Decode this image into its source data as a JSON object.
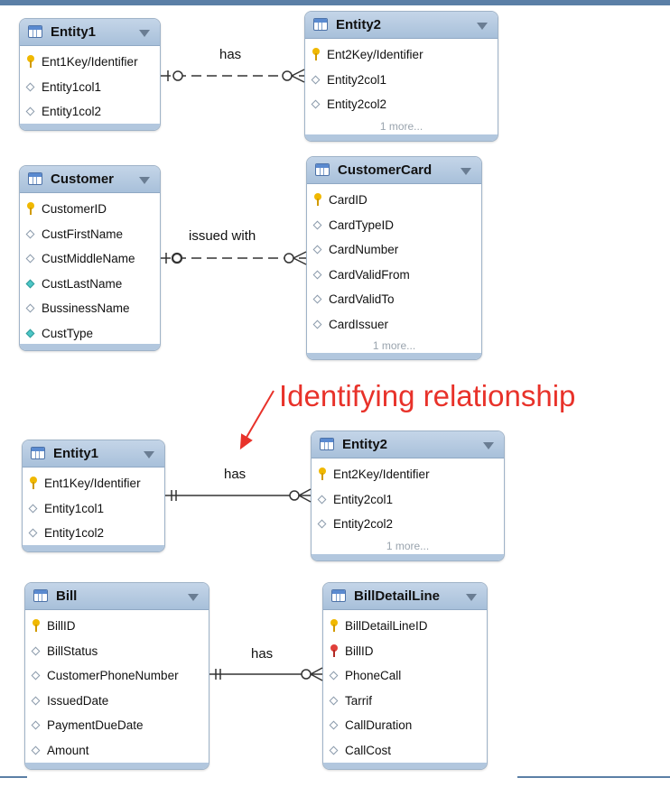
{
  "annotation": "Identifying relationship",
  "entities": {
    "e1_top": {
      "name": "Entity1",
      "rows": [
        {
          "label": "Ent1Key/Identifier",
          "icon": "key"
        },
        {
          "label": "Entity1col1",
          "icon": "diamond"
        },
        {
          "label": "Entity1col2",
          "icon": "diamond"
        }
      ]
    },
    "e2_top": {
      "name": "Entity2",
      "more": "1 more...",
      "rows": [
        {
          "label": "Ent2Key/Identifier",
          "icon": "key"
        },
        {
          "label": "Entity2col1",
          "icon": "diamond"
        },
        {
          "label": "Entity2col2",
          "icon": "diamond"
        }
      ]
    },
    "customer": {
      "name": "Customer",
      "rows": [
        {
          "label": "CustomerID",
          "icon": "key"
        },
        {
          "label": "CustFirstName",
          "icon": "diamond"
        },
        {
          "label": "CustMiddleName",
          "icon": "diamond"
        },
        {
          "label": "CustLastName",
          "icon": "teal"
        },
        {
          "label": "BussinessName",
          "icon": "diamond"
        },
        {
          "label": "CustType",
          "icon": "teal"
        }
      ]
    },
    "customercard": {
      "name": "CustomerCard",
      "more": "1 more...",
      "rows": [
        {
          "label": "CardID",
          "icon": "key"
        },
        {
          "label": "CardTypeID",
          "icon": "diamond"
        },
        {
          "label": "CardNumber",
          "icon": "diamond"
        },
        {
          "label": "CardValidFrom",
          "icon": "diamond"
        },
        {
          "label": "CardValidTo",
          "icon": "diamond"
        },
        {
          "label": "CardIssuer",
          "icon": "diamond"
        }
      ]
    },
    "e1_bottom": {
      "name": "Entity1",
      "rows": [
        {
          "label": "Ent1Key/Identifier",
          "icon": "key"
        },
        {
          "label": "Entity1col1",
          "icon": "diamond"
        },
        {
          "label": "Entity1col2",
          "icon": "diamond"
        }
      ]
    },
    "e2_bottom": {
      "name": "Entity2",
      "more": "1 more...",
      "rows": [
        {
          "label": "Ent2Key/Identifier",
          "icon": "key"
        },
        {
          "label": "Entity2col1",
          "icon": "diamond"
        },
        {
          "label": "Entity2col2",
          "icon": "diamond"
        }
      ]
    },
    "bill": {
      "name": "Bill",
      "rows": [
        {
          "label": "BillID",
          "icon": "key"
        },
        {
          "label": "BillStatus",
          "icon": "diamond"
        },
        {
          "label": "CustomerPhoneNumber",
          "icon": "diamond"
        },
        {
          "label": "IssuedDate",
          "icon": "diamond"
        },
        {
          "label": "PaymentDueDate",
          "icon": "diamond"
        },
        {
          "label": "Amount",
          "icon": "diamond"
        }
      ]
    },
    "billdetail": {
      "name": "BillDetailLine",
      "rows": [
        {
          "label": "BillDetailLineID",
          "icon": "key"
        },
        {
          "label": "BillID",
          "icon": "fkey"
        },
        {
          "label": "PhoneCall",
          "icon": "diamond"
        },
        {
          "label": "Tarrif",
          "icon": "diamond"
        },
        {
          "label": "CallDuration",
          "icon": "diamond"
        },
        {
          "label": "CallCost",
          "icon": "diamond"
        }
      ]
    }
  },
  "relationships": {
    "r1": "has",
    "r2": "issued with",
    "r3": "has",
    "r4": "has"
  },
  "colors": {
    "annotation": "#e8322a",
    "header": "#a8c0da",
    "line": "#333333"
  }
}
